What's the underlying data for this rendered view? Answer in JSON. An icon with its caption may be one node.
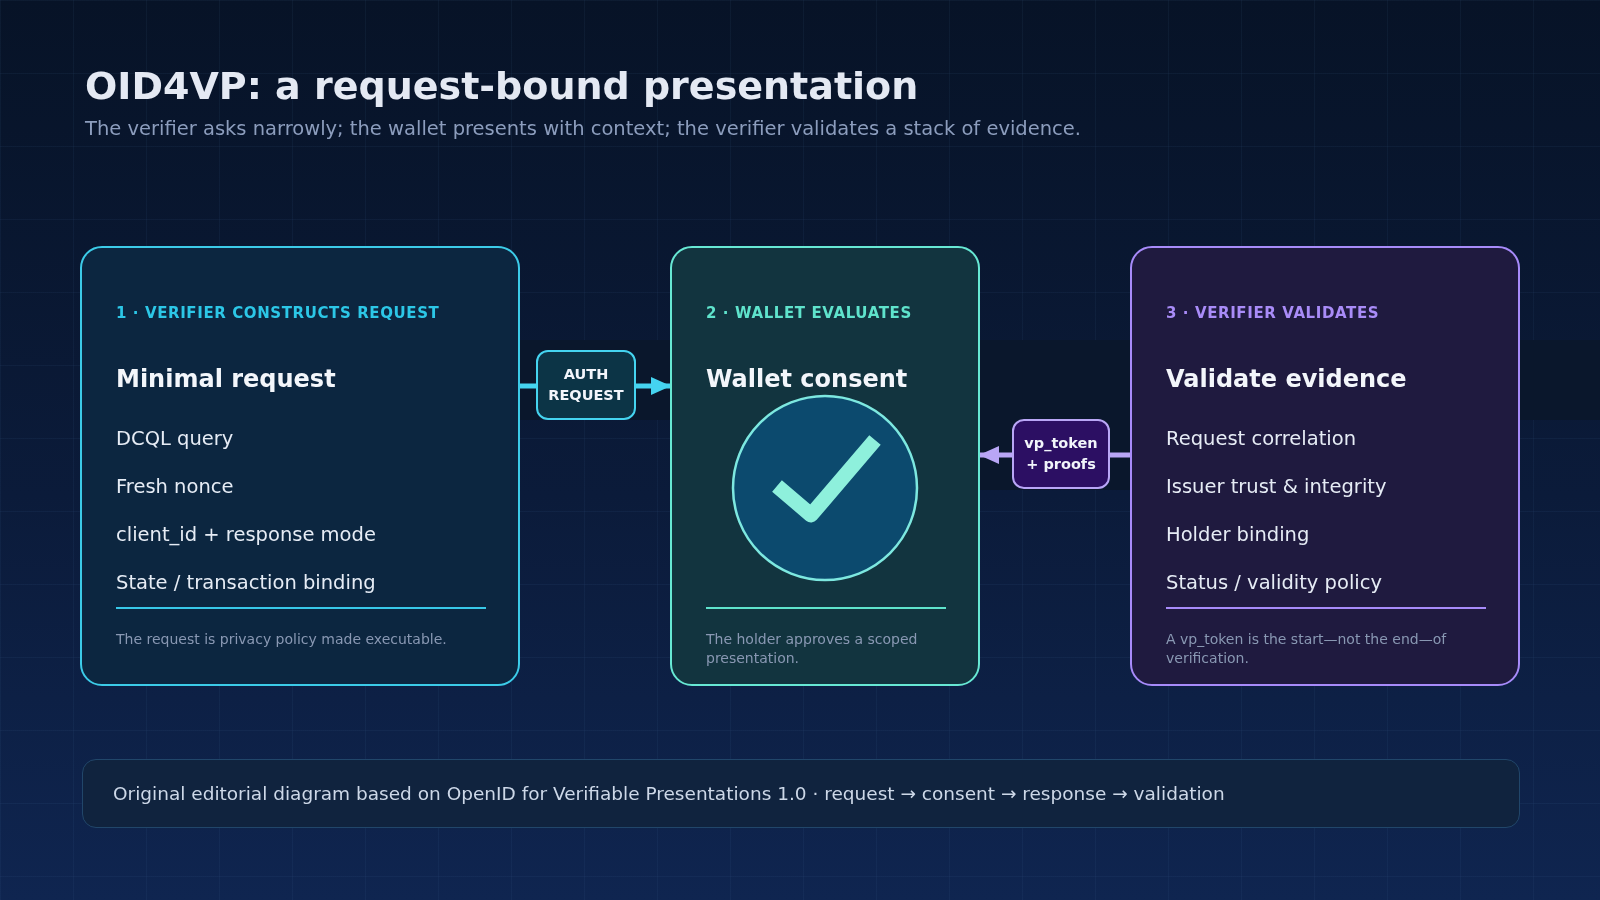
{
  "diagram": {
    "title": "OID4VP: a request-bound presentation",
    "nodes": [
      {
        "text": [
          "1 · VERIFIER CONSTRUCTS REQUEST",
          "Minimal request",
          "DCQL query",
          "Fresh nonce",
          "client_id + response mode",
          "State / transaction binding",
          "The request is privacy policy made executable."
        ]
      },
      {
        "text": [
          "2 · WALLET EVALUATES",
          "Wallet consent",
          "The holder approves a scoped presentation."
        ]
      },
      {
        "text": [
          "3 · VERIFIER VALIDATES",
          "Validate evidence",
          "Request correlation",
          "Issuer trust & integrity",
          "Holder binding",
          "Status / validity policy",
          "A vp_token is the start—not the end—of verification."
        ]
      },
      {
        "text": [
          "Original editorial diagram based on OpenID for Verifiable Presentations 1.0 · request → consent → response → validation"
        ]
      }
    ],
    "edges": [
      {
        "from": 0,
        "to": 1,
        "arrow": "to",
        "label": "AUTH REQUEST",
        "color": "#45d4f0"
      },
      {
        "from": 2,
        "to": 1,
        "arrow": "to",
        "label": "vp_token + proofs",
        "color": "#b9a6f6"
      }
    ],
    "labels": [
      "The verifier asks narrowly; the wallet presents with context; the verifier validates a stack of evidence."
    ]
  }
}
